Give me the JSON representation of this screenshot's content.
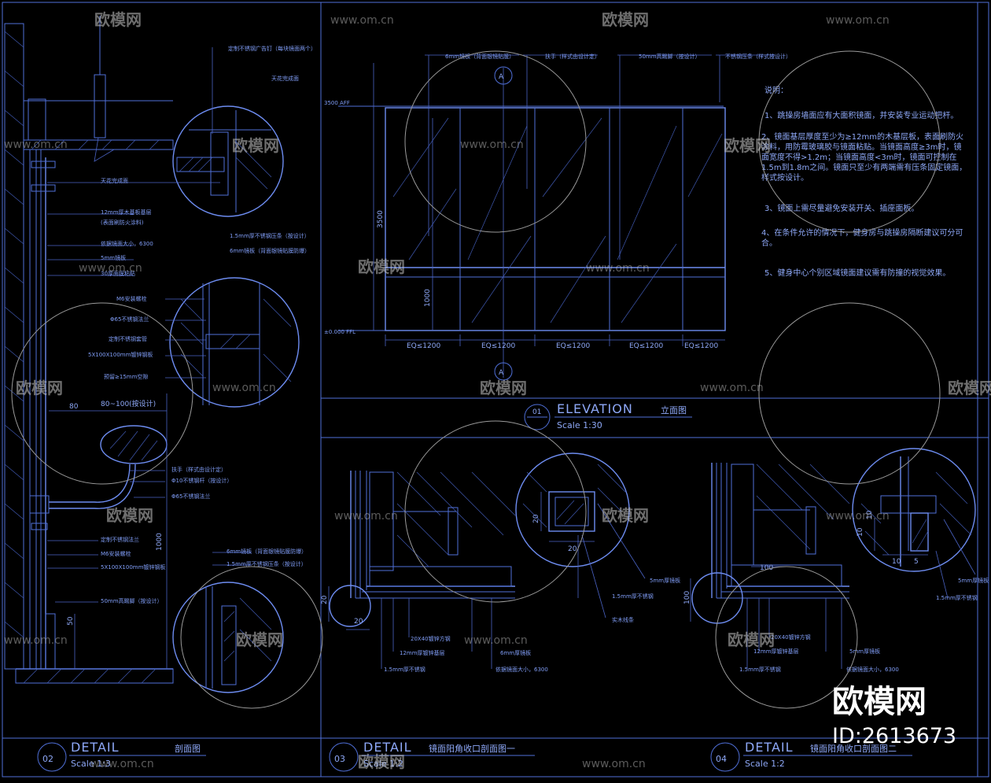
{
  "detail02": {
    "title": "DETAIL",
    "cn_title": "剖面图",
    "scale": "Scale 1:3",
    "number": "02",
    "callouts": [
      "定制不锈钢广告钉（每块镜面两个）",
      "天花完成面",
      "天花完成面",
      "12mm厚木基板基层",
      "(表面刷防火涂料)",
      "依据镜面大小，6300",
      "5mm镜板",
      "30厚面膜粘贴",
      "M6安装螺栓",
      "Φ65不锈钢法兰",
      "定制不锈钢套管",
      "5X100X100mm镀锌钢板",
      "预留≥15mm空隙",
      "1.5mm厚不锈钢压条（按设计）",
      "6mm镜板（背面银镜贴膜防爆）",
      "扶手（样式由设计定）",
      "Φ10不锈钢杆（按设计）",
      "Φ65不锈钢法兰",
      "定制不锈钢法兰",
      "M6安装螺栓",
      "5X100X100mm镀锌钢板",
      "50mm高踢脚（按设计）",
      "6mm镜板（背面银镜贴膜防爆）",
      "1.5mm厚不锈钢压条（按设计）"
    ],
    "dims": [
      "80",
      "80~100(按设计)",
      "1000",
      "50"
    ]
  },
  "elevation": {
    "title": "ELEVATION",
    "cn_title": "立面图",
    "scale": "Scale 1:30",
    "number": "01",
    "section_mark": "A",
    "top_callouts": [
      "6mm镜板（背面银镜贴膜）",
      "扶手（样式由设计定）",
      "50mm高踢脚（按设计）",
      "不锈钢压条（样式按设计）"
    ],
    "level_top": "3500 AFF",
    "level_bottom": "±0.000 FFL",
    "height_total": "3500",
    "height_rail": "1000",
    "bays": [
      "EQ≤1200",
      "EQ≤1200",
      "EQ≤1200",
      "EQ≤1200",
      "EQ≤1200"
    ]
  },
  "notes": {
    "heading": "说明：",
    "items": [
      "1、跳操房墙面应有大面积镜面，并安装专业运动把杆。",
      "2、镜面基层厚度至少为≥12mm的木基层板，表面刷防火涂料，用防霉玻璃胶与镜面粘贴。当镜面高度≥3m时，镜面宽度不得>1.2m；当镜面高度<3m时，镜面可控制在1.5m到1.8m之间。镜面只至少有两端需有压条固定镜面，样式按设计。",
      "3、镜面上需尽量避免安装开关、插座面板。",
      "4、在条件允许的情况下，健身房与跳操房隔断建议可分可合。",
      "5、健身中心个别区域镜面建议需有防撞的视觉效果。"
    ]
  },
  "detail03": {
    "title": "DETAIL",
    "cn_title": "镜面阳角收口剖面图一",
    "scale": "Scale 1:2",
    "number": "03",
    "callouts": [
      "5mm厚镜板",
      "1.5mm厚不锈钢",
      "实木线条",
      "20X40镀锌方钢",
      "12mm厚镀锌基层",
      "6mm厚镜板",
      "1.5mm厚不锈钢",
      "依据镜面大小，6300"
    ],
    "dims": [
      "20",
      "20",
      "20",
      "20"
    ]
  },
  "detail04": {
    "title": "DETAIL",
    "cn_title": "镜面阳角收口剖面图二",
    "scale": "Scale 1:2",
    "number": "04",
    "callouts": [
      "5mm厚镜板",
      "1.5mm厚不锈钢",
      "20X40镀锌方钢",
      "12mm厚镀锌基层",
      "5mm厚镜板",
      "1.5mm厚不锈钢",
      "依据镜面大小，6300"
    ],
    "dims": [
      "10",
      "10",
      "10",
      "5",
      "100",
      "100"
    ]
  },
  "watermark": {
    "brand": "欧模网",
    "url": "www.om.cn",
    "id": "ID:2613673"
  }
}
